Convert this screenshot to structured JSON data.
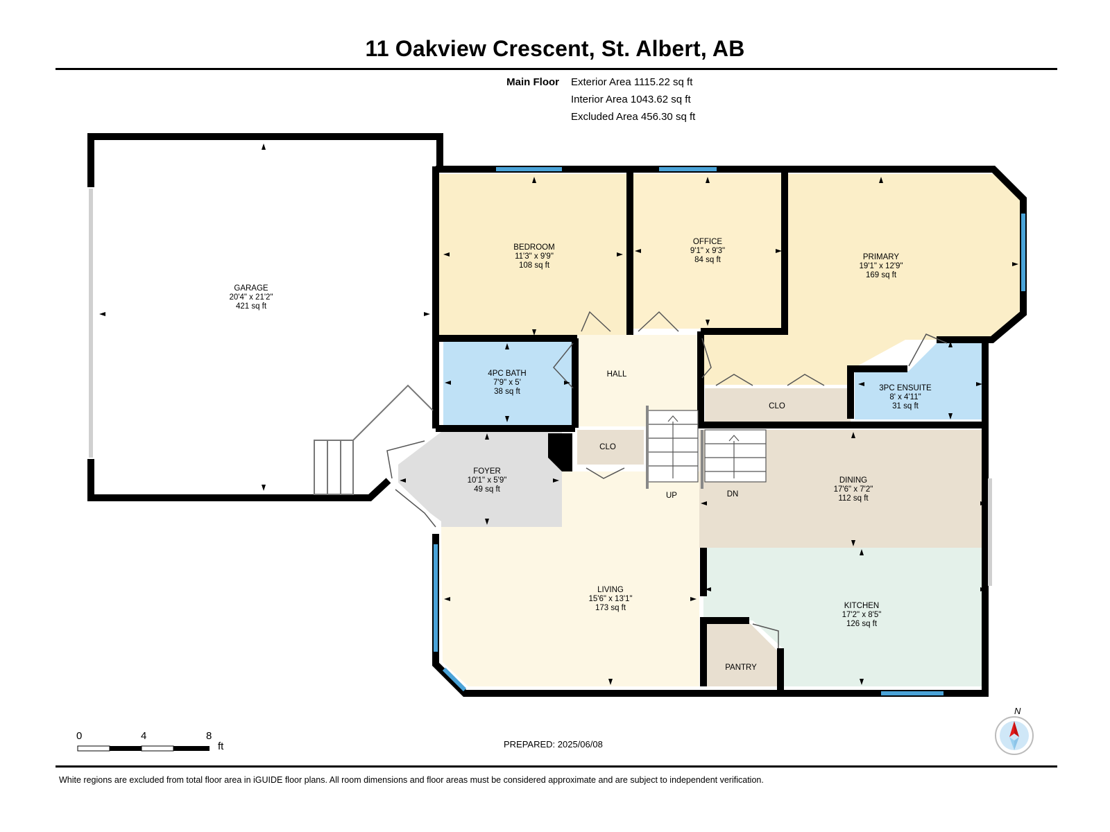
{
  "header": {
    "title": "11 Oakview Crescent, St. Albert, AB"
  },
  "areas": {
    "floor_label": "Main Floor",
    "exterior": "Exterior Area 1115.22 sq ft",
    "interior": "Interior Area 1043.62 sq ft",
    "excluded": "Excluded Area 456.30 sq ft"
  },
  "rooms": {
    "garage": {
      "name": "GARAGE",
      "dims": "20'4\" x 21'2\"",
      "area": "421 sq ft"
    },
    "bedroom": {
      "name": "BEDROOM",
      "dims": "11'3\" x 9'9\"",
      "area": "108 sq ft"
    },
    "office": {
      "name": "OFFICE",
      "dims": "9'1\" x 9'3\"",
      "area": "84 sq ft"
    },
    "primary": {
      "name": "PRIMARY",
      "dims": "19'1\" x 12'9\"",
      "area": "169 sq ft"
    },
    "bath": {
      "name": "4PC BATH",
      "dims": "7'9\" x 5'",
      "area": "38 sq ft"
    },
    "hall": {
      "name": "HALL"
    },
    "clo1": {
      "name": "CLO"
    },
    "ensuite": {
      "name": "3PC ENSUITE",
      "dims": "8' x 4'11\"",
      "area": "31 sq ft"
    },
    "clo2": {
      "name": "CLO"
    },
    "foyer": {
      "name": "FOYER",
      "dims": "10'1\" x 5'9\"",
      "area": "49 sq ft"
    },
    "up": {
      "name": "UP"
    },
    "dn": {
      "name": "DN"
    },
    "dining": {
      "name": "DINING",
      "dims": "17'6\" x 7'2\"",
      "area": "112 sq ft"
    },
    "living": {
      "name": "LIVING",
      "dims": "15'6\" x 13'1\"",
      "area": "173 sq ft"
    },
    "kitchen": {
      "name": "KITCHEN",
      "dims": "17'2\" x 8'5\"",
      "area": "126 sq ft"
    },
    "pantry": {
      "name": "PANTRY"
    }
  },
  "scale": {
    "t0": "0",
    "t4": "4",
    "t8": "8",
    "unit": "ft"
  },
  "compass": {
    "label": "N"
  },
  "footer": {
    "prepared": "PREPARED: 2025/06/08",
    "disclaimer": "White regions are excluded from total floor area in iGUIDE floor plans. All room dimensions and floor areas must be considered approximate and are subject to independent verification."
  },
  "colors": {
    "bedroom": "#fbeec8",
    "bath": "#bfe1f6",
    "foyer": "#dfdfdf",
    "hall": "#fdf7e4",
    "closet": "#e8dfd0",
    "dining": "#e9e0d0",
    "kitchen": "#e4f1ea",
    "window": "#4aa3d8"
  }
}
